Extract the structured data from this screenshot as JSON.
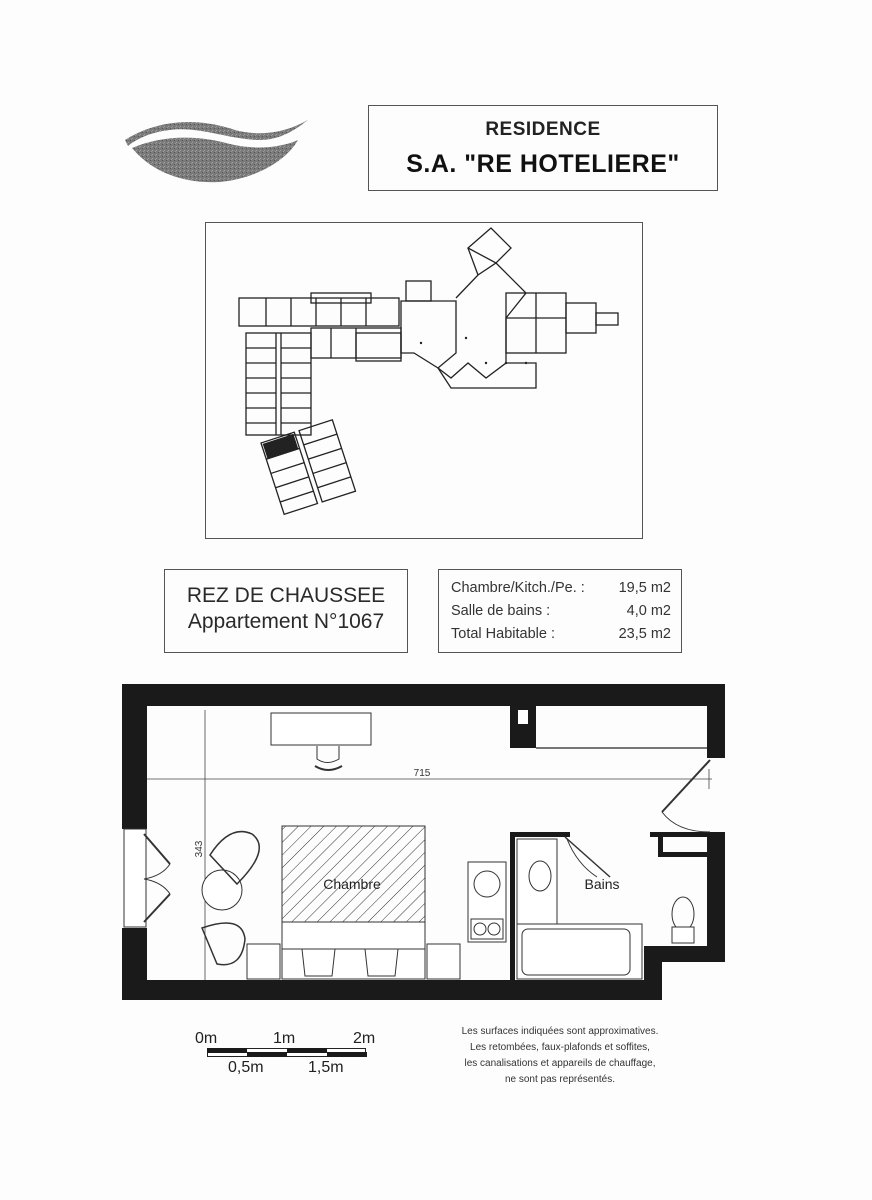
{
  "header": {
    "logo": "wave-logo-icon",
    "title_line1": "RESIDENCE",
    "title_line2": "S.A. \"RE HOTELIERE\""
  },
  "site_plan": {
    "description": "building-ground-floor-overview",
    "highlighted_unit": "1067"
  },
  "level": {
    "floor": "REZ DE CHAUSSEE",
    "apartment": "Appartement N°1067"
  },
  "areas": [
    {
      "label": "Chambre/Kitch./Pe. :",
      "value": "19,5 m2"
    },
    {
      "label": "Salle de bains :",
      "value": "4,0 m2"
    },
    {
      "label": "Total Habitable :",
      "value": "23,5 m2"
    }
  ],
  "floor_plan": {
    "dimension_length": "715",
    "dimension_width": "343",
    "room_main": "Chambre",
    "room_bath": "Bains"
  },
  "scale_bar": {
    "top_labels": [
      "0m",
      "1m",
      "2m"
    ],
    "bottom_labels": [
      "0,5m",
      "1,5m"
    ]
  },
  "notes": [
    "Les surfaces indiquées sont approximatives.",
    "Les retombées, faux-plafonds et soffites,",
    "les canalisations et appareils de chauffage,",
    "ne sont pas représentés."
  ]
}
